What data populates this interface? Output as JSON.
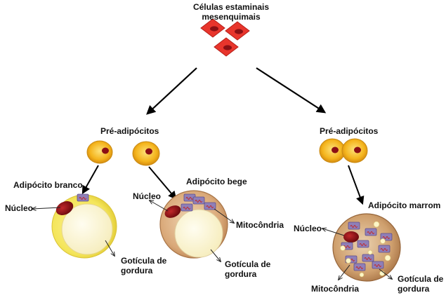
{
  "title": "Células estaminais\nmesenquimais",
  "left_branch": {
    "preadipocytes_label": "Pré-adipócitos",
    "white_adipocyte": {
      "label": "Adipócito branco",
      "nucleus_label": "Núcleo",
      "droplet_label": "Gotícula de\ngordura"
    },
    "beige_adipocyte": {
      "label": "Adipócito bege",
      "nucleus_label": "Núcleo",
      "mitochondria_label": "Mitocôndria",
      "droplet_label": "Gotícula de\ngordura"
    }
  },
  "right_branch": {
    "preadipocytes_label": "Pré-adipócitos",
    "brown_adipocyte": {
      "label": "Adipócito marrom",
      "nucleus_label": "Núcleo",
      "mitochondria_label": "Mitocôndria",
      "droplet_label": "Gotícula de\ngordura"
    }
  },
  "colors": {
    "stem_cell": "#e8352c",
    "preadipocyte": "#f2b21a",
    "nucleus": "#8b1014",
    "white_cytoplasm": "#f5e968",
    "lipid_droplet": "#fbf6cf",
    "beige_cytoplasm": "#d9a878",
    "mitochondria": "#8f7fb8"
  }
}
